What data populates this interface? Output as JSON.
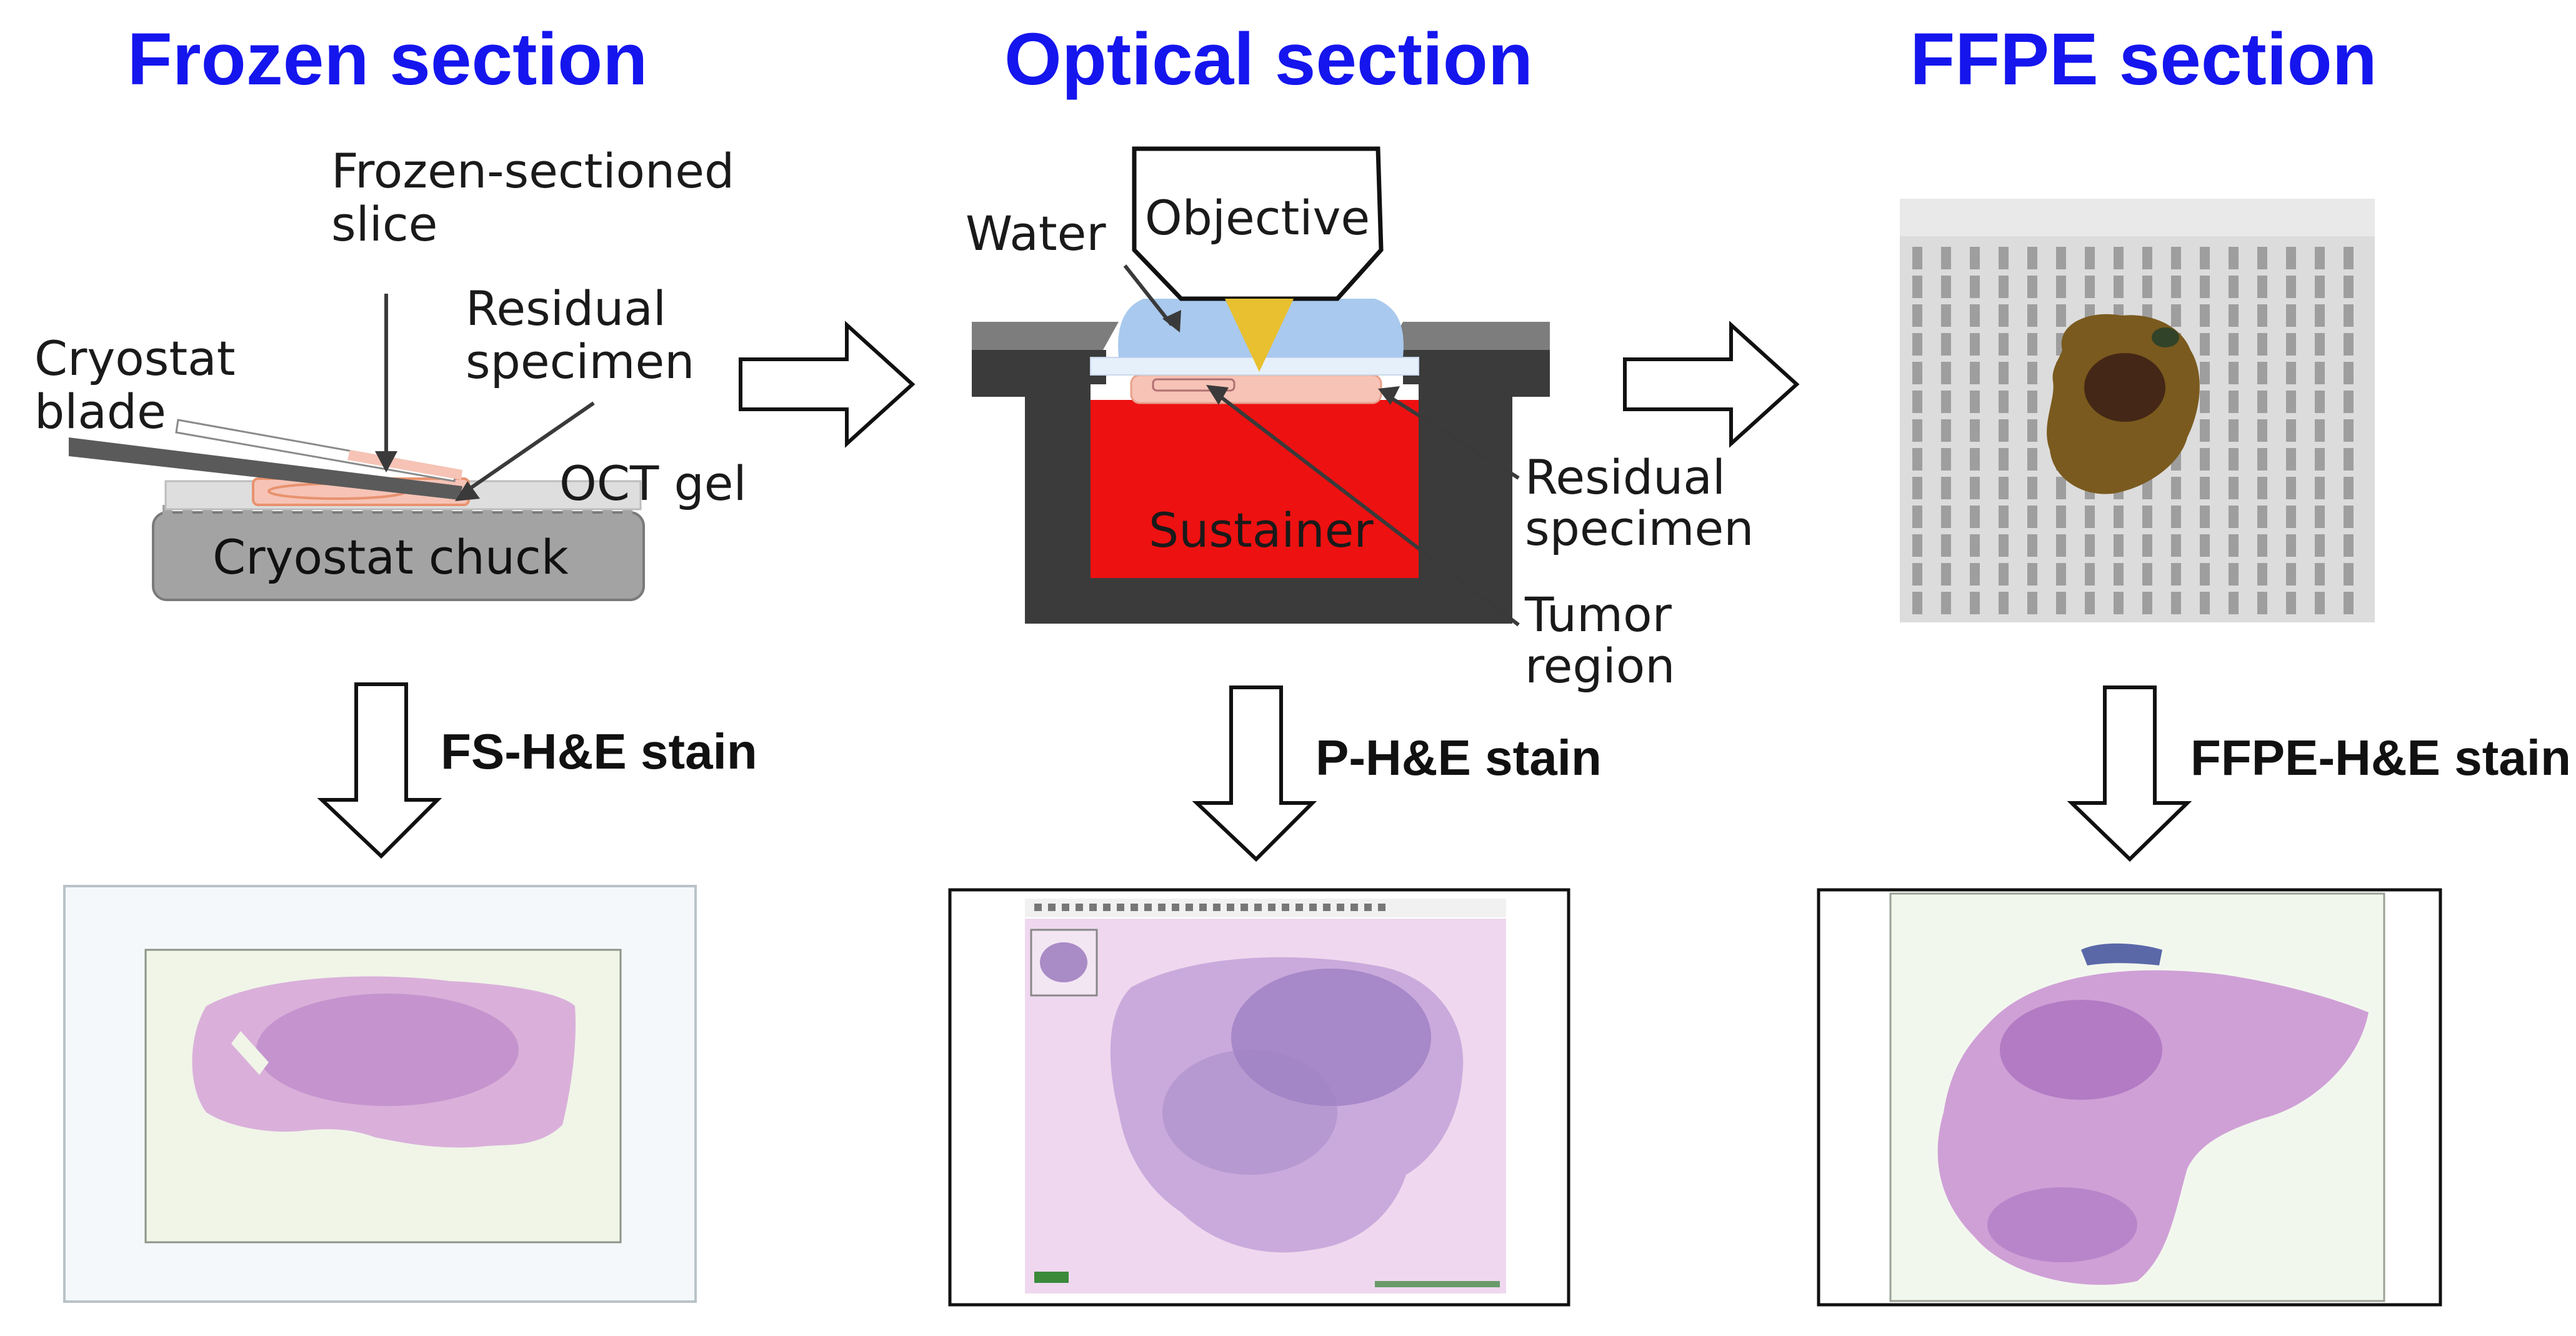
{
  "columns": {
    "frozen": {
      "heading": "Frozen section",
      "labels": {
        "slice": [
          "Frozen-sectioned",
          "slice"
        ],
        "blade": [
          "Cryostat",
          "blade"
        ],
        "residual": [
          "Residual",
          "specimen"
        ],
        "gel": "OCT gel",
        "chuck": "Cryostat chuck"
      },
      "stain": "FS-H&E stain"
    },
    "optical": {
      "heading": "Optical section",
      "labels": {
        "water": "Water",
        "objective": "Objective",
        "sustainer": "Sustainer",
        "residual": [
          "Residual",
          "specimen"
        ],
        "tumor": [
          "Tumor",
          "region"
        ]
      },
      "stain": "P-H&E stain"
    },
    "ffpe": {
      "heading": "FFPE section",
      "stain": "FFPE-H&E stain"
    }
  },
  "colors": {
    "heading": "#1515ee",
    "sustainer": "#ee1111",
    "water": "#a9c9ee",
    "specimen": "#f6c3b6",
    "dish": "#3b3b3b",
    "he_stain": "#b266c8"
  }
}
